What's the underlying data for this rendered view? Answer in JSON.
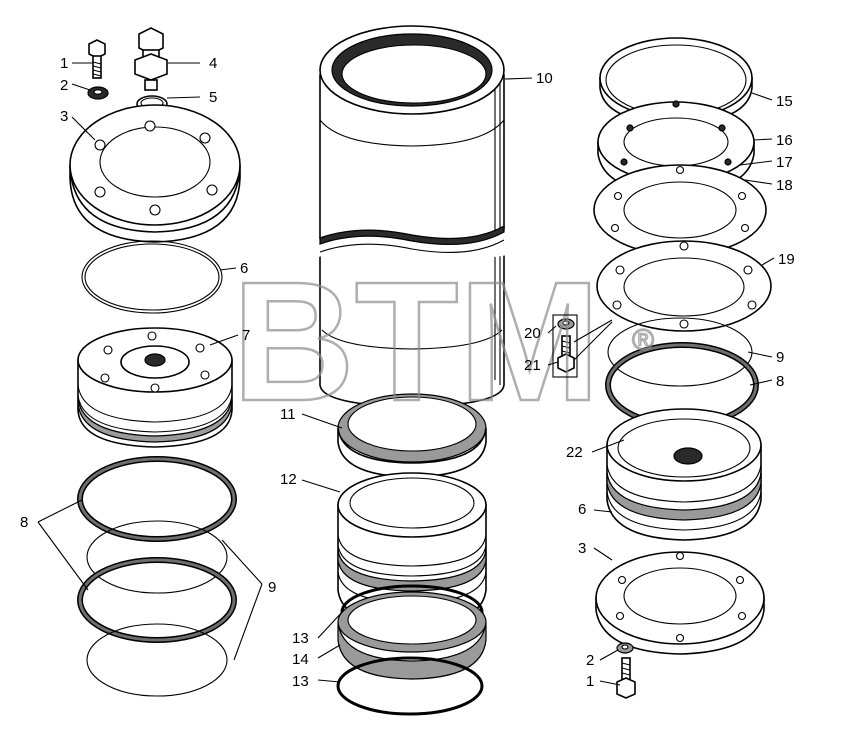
{
  "watermark": {
    "text": "BTM",
    "registered": "®"
  },
  "labels": {
    "l1a": "1",
    "l2a": "2",
    "l3a": "3",
    "l4": "4",
    "l5": "5",
    "l6a": "6",
    "l7": "7",
    "l8a": "8",
    "l9a": "9",
    "l10": "10",
    "l11": "11",
    "l12": "12",
    "l13a": "13",
    "l14": "14",
    "l13b": "13",
    "l15": "15",
    "l16": "16",
    "l17": "17",
    "l18": "18",
    "l19": "19",
    "l20": "20",
    "l21": "21",
    "l9b": "9",
    "l8b": "8",
    "l22": "22",
    "l6b": "6",
    "l3b": "3",
    "l2b": "2",
    "l1b": "1"
  }
}
